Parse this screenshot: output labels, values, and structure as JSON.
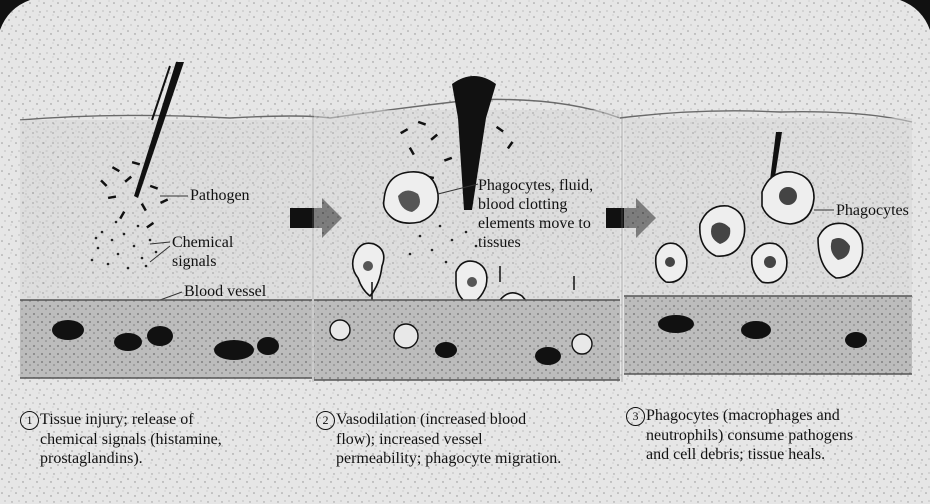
{
  "stages": [
    {
      "number": "1",
      "labels": {
        "pathogen": "Pathogen",
        "chemical_signals": [
          "Chemical",
          "signals"
        ],
        "blood_vessel": "Blood vessel"
      },
      "caption": [
        "Tissue injury; release of",
        "chemical signals (histamine,",
        "prostaglandins)."
      ]
    },
    {
      "number": "2",
      "labels": {
        "migration": [
          "Phagocytes, fluid,",
          "blood clotting",
          "elements move to",
          "tissues"
        ]
      },
      "caption": [
        "Vasodilation (increased blood",
        "flow); increased vessel",
        "permeability; phagocyte migration."
      ]
    },
    {
      "number": "3",
      "labels": {
        "phagocytes": "Phagocytes"
      },
      "caption": [
        "Phagocytes (macrophages and",
        "neutrophils) consume pathogens",
        "and cell debris; tissue heals."
      ]
    }
  ]
}
